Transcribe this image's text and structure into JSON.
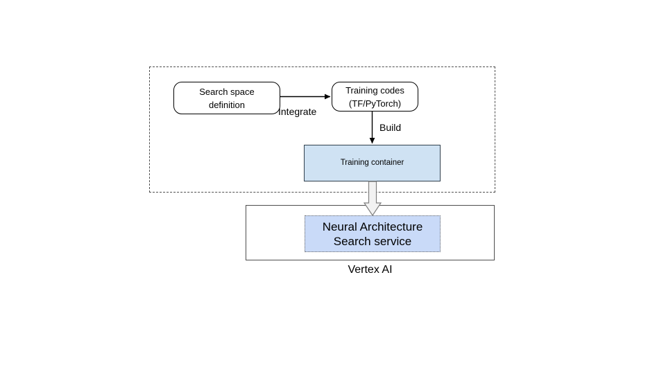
{
  "diagram": {
    "title_label": "Vertex AI",
    "group_client": {
      "name": "user-managed-group",
      "style": "dashed-rectangle"
    },
    "nodes": [
      {
        "id": "search-space",
        "label": "Search space\ndefinition",
        "shape": "rounded-rectangle",
        "fill": "#ffffff",
        "stroke": "#000000"
      },
      {
        "id": "training-codes",
        "label": "Training codes\n(TF/PyTorch)",
        "shape": "rounded-rectangle",
        "fill": "#ffffff",
        "stroke": "#000000"
      },
      {
        "id": "training-container",
        "label": "Training container",
        "shape": "rectangle",
        "fill": "#cfe2f3",
        "stroke": "#30404d"
      },
      {
        "id": "vertex-ai",
        "label": "Vertex AI",
        "shape": "rectangle",
        "fill": "#ffffff",
        "stroke": "#4d4d4d"
      },
      {
        "id": "nas-service",
        "label": "Neural Architecture\nSearch service",
        "shape": "dotted-rectangle",
        "fill": "#c9daf8",
        "stroke": "#666666"
      }
    ],
    "edges": [
      {
        "id": "integrate",
        "label": "Integrate",
        "from": "search-space",
        "to": "training-codes",
        "style": "thin-arrow"
      },
      {
        "id": "build",
        "label": "Build",
        "from": "training-codes",
        "to": "training-container",
        "style": "thin-arrow"
      },
      {
        "id": "deploy",
        "label": "",
        "from": "training-container",
        "to": "nas-service",
        "style": "block-arrow"
      }
    ]
  }
}
